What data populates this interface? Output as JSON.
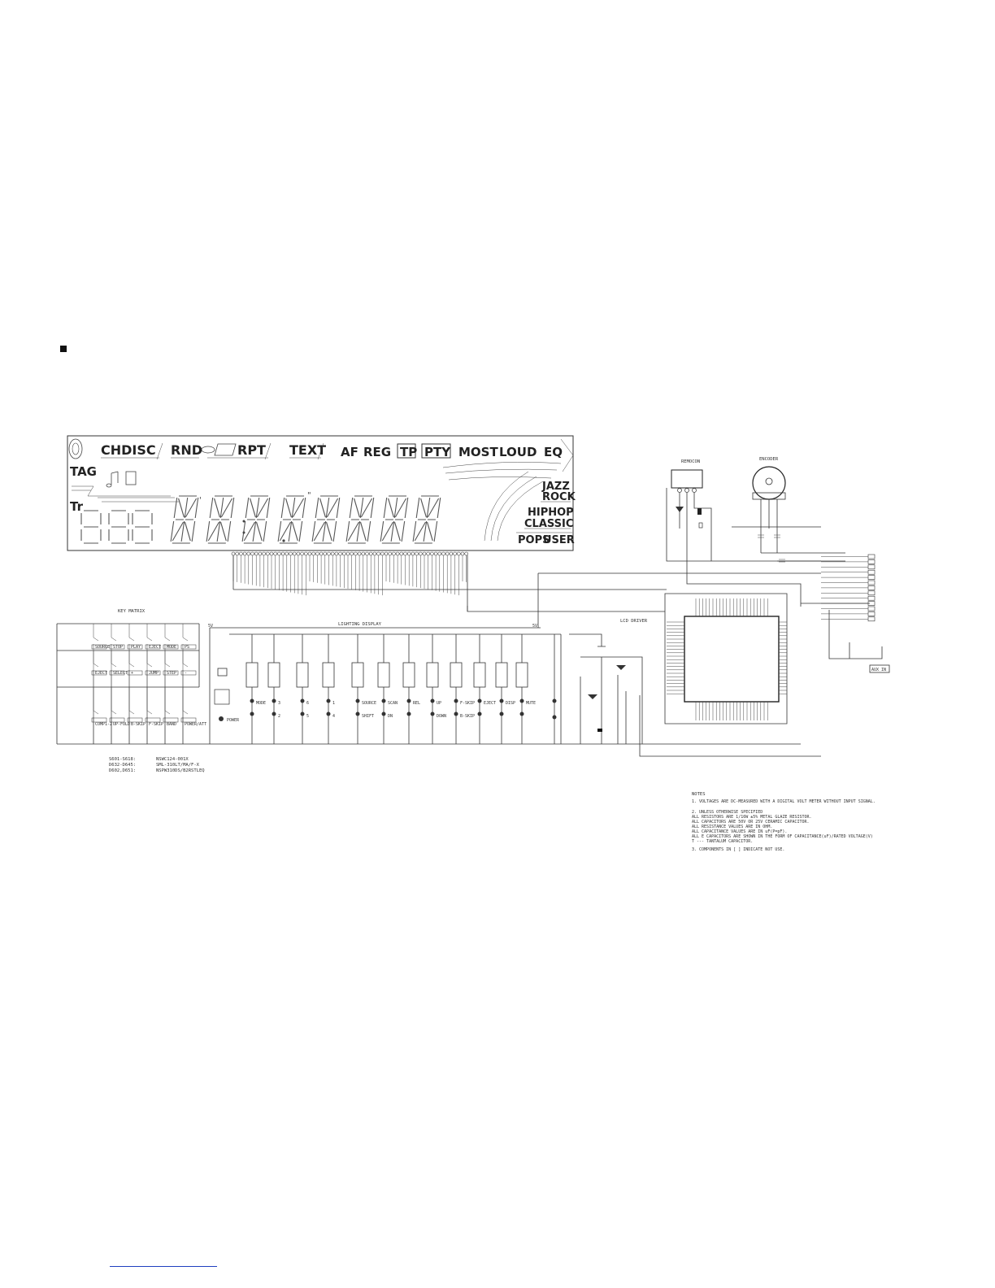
{
  "lcd": {
    "top_row": [
      "CHDISC",
      "RND",
      "RPT",
      "TEXT",
      "AF",
      "REG",
      "TP",
      "PTY",
      "MOST",
      "LOUD",
      "EQ"
    ],
    "left_labels": [
      "TAG",
      "Tr"
    ],
    "eq_modes": [
      "JAZZ",
      "ROCK",
      "HIPHOP",
      "CLASSIC",
      "POPS",
      "USER"
    ]
  },
  "blocks": {
    "key_matrix": "KEY MATRIX",
    "lighting_display": "LIGHTING DISPLAY",
    "lcd_driver": "LCD DRIVER",
    "remocon": "REMOCON",
    "encoder": "ENCODER",
    "aux_in": "AUX IN",
    "power_led": "POWER"
  },
  "parts_list": [
    {
      "ref": "S601-S618:",
      "part": "NSWC124-001X"
    },
    {
      "ref": "D632-D645:",
      "part": "SML-310LT/MA/F-X"
    },
    {
      "ref": "D602,D651:",
      "part": "NSPW310DS/B2RSTLEQ"
    }
  ],
  "notes": {
    "title": "NOTES",
    "lines": [
      "1.  VOLTAGES ARE DC-MEASURED WITH A DIGITAL VOLT METER WITHOUT INPUT SIGNAL.",
      "2.  UNLESS OTHERWISE SPECIFIED",
      "    ALL RESISTORS ARE 1/16W ±5% METAL GLAZE RESISTOR.",
      "    ALL CAPACITORS ARE 50V OR 25V CERAMIC CAPACITOR.",
      "    ALL RESISTANCE VALUES ARE IN OHM.",
      "    ALL CAPACITANCE VALUES ARE IN uF(P=pF).",
      "    ALL E CAPACITORS ARE SHOWN IN THE FORM OF CAPACITANCE(uF)/RATED VOLTAGE(V)",
      "    T --- TANTALUM CAPACITOR.",
      "3.  COMPONENTS IN [  ] INDICATE NOT USE."
    ]
  },
  "key_labels": {
    "row1": [
      "SOURCE",
      "STOP",
      "PLAY",
      "EJECT",
      "MODE",
      "PS"
    ],
    "row2": [
      "EJECT",
      "SELECT",
      "+",
      "JUMP",
      "STEP",
      "-"
    ],
    "row3": [
      "COMP1-2",
      "UP-FOLD",
      "B-SKIP",
      "F-SKIP",
      "BAND",
      "POWER/ATT"
    ]
  },
  "led_labels": {
    "top": [
      "MODE",
      "3",
      "6",
      "1",
      "SOURCE",
      "SCAN",
      "REL",
      "UP",
      "F-SKIP",
      "EJECT",
      "DISP",
      "MUTE"
    ],
    "bottom": [
      "2",
      "5",
      "4",
      "SHIFT",
      "DN",
      "DOWN",
      "B-SKIP"
    ]
  }
}
